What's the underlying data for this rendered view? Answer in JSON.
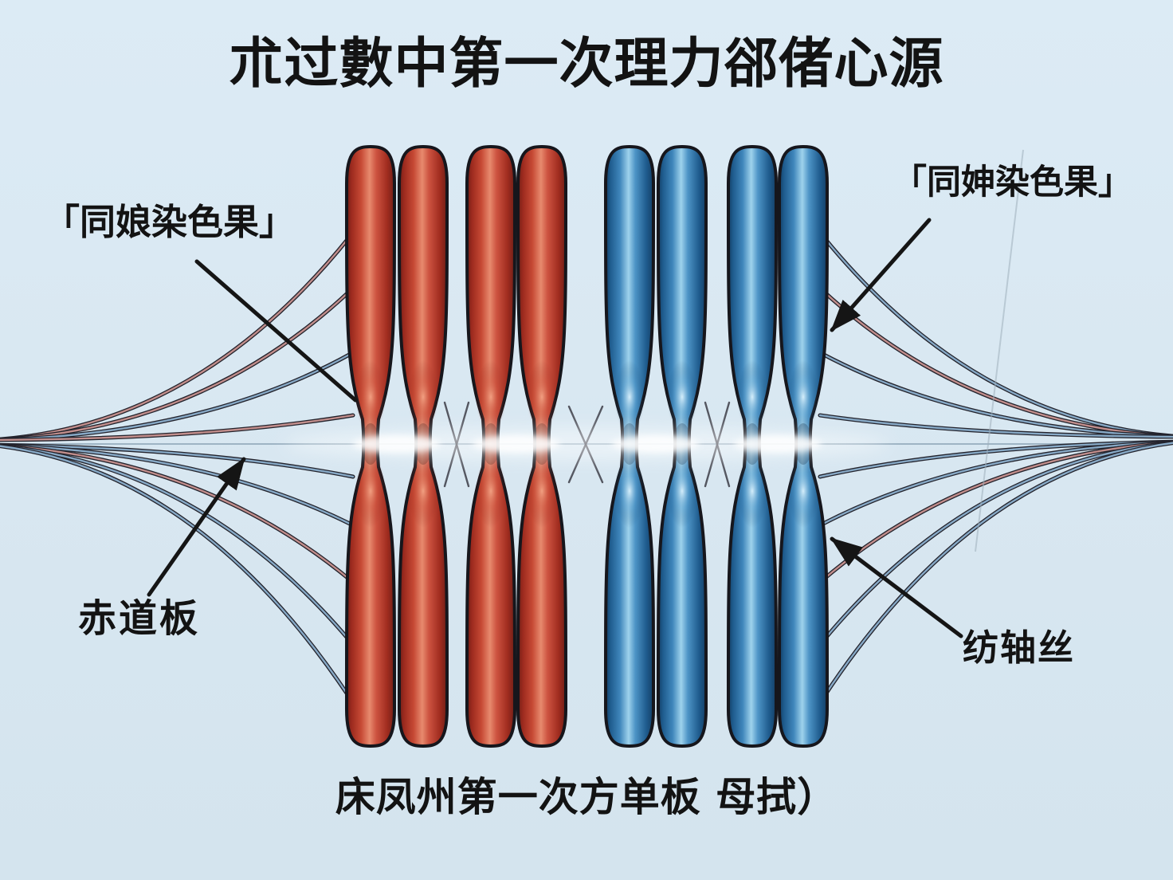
{
  "title": "朮过數中第一次理力郤偖心源",
  "caption": "床凤州第一次方单板 母拭）",
  "labels": {
    "left_homolog": "「同娘染色果」",
    "right_homolog": "「同妽染色果」",
    "equator_plate": "赤道板",
    "spindle_fiber": "纺轴丝"
  },
  "diagram": {
    "red_chromatids": 4,
    "blue_chromatids": 4,
    "bivalents": [
      "red-pair-1",
      "red-pair-2",
      "blue-pair-1",
      "blue-pair-2"
    ]
  },
  "colors": {
    "background": "#d8e7f1",
    "chromosome_red": "#c64934",
    "chromosome_red_dark": "#6f1f17",
    "chromosome_red_highlight": "#e78a6e",
    "chromosome_blue": "#3f86bb",
    "chromosome_blue_dark": "#143f66",
    "chromosome_blue_highlight": "#9ed2ec",
    "outline": "#17171d",
    "fiber_warm": "#c28e8c",
    "fiber_cool": "#87a9c6",
    "annotation": "#151515",
    "equator_line": "#8ba3b5",
    "glow": "#ffffff",
    "text": "#131313"
  }
}
